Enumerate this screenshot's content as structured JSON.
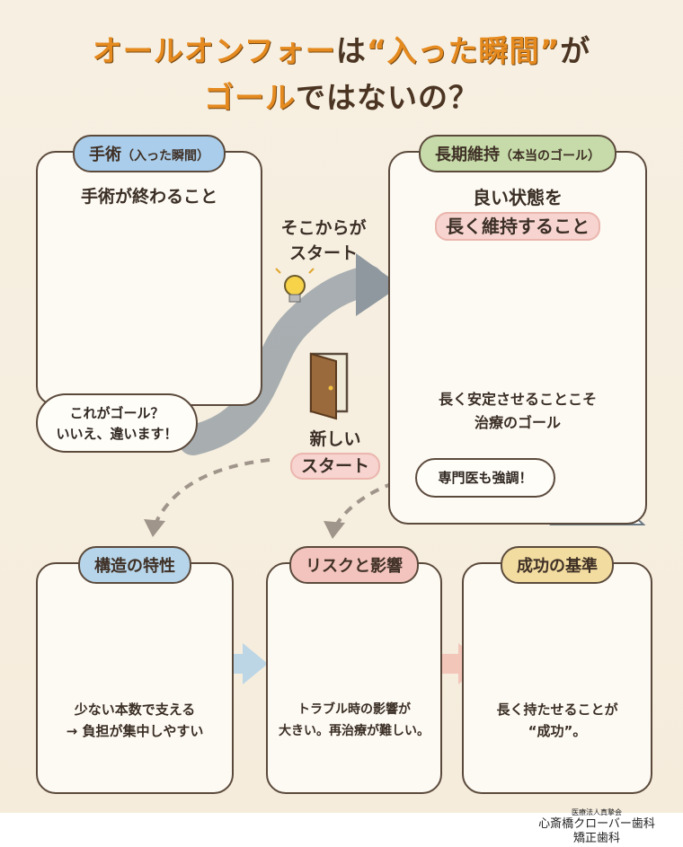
{
  "title": {
    "line1_a": "オールオンフォー",
    "line1_b": "は",
    "line1_c": "“入った瞬間”",
    "line1_d": "が",
    "line2_a": "ゴール",
    "line2_b": "ではないの？"
  },
  "surgery": {
    "pill_main": "手術",
    "pill_sub": "（入った瞬間）",
    "heading": "手術が終わること",
    "bubble_l1": "これがゴール？",
    "bubble_l2": "いいえ、違います！"
  },
  "middle": {
    "start_l1": "そこからが",
    "start_l2": "スタート",
    "new_l1": "新しい",
    "new_l2": "スタート"
  },
  "long_term": {
    "pill_main": "長期維持",
    "pill_sub": "（本当のゴール）",
    "heading_l1": "良い状態を",
    "heading_l2": "長く維持すること",
    "body_l1": "長く安定させることこそ",
    "body_l2": "治療のゴール",
    "bubble": "専門医も強調！"
  },
  "structure": {
    "pill": "構造の特性",
    "text_l1": "少ない本数で支える",
    "text_l2": "→ 負担が集中しやすい"
  },
  "risk": {
    "pill": "リスクと影響",
    "text_l1": "トラブル時の影響が",
    "text_l2": "大きい。再治療が難しい。"
  },
  "success": {
    "pill": "成功の基準",
    "text_l1": "長く持たせることが",
    "text_l2": "“成功”。"
  },
  "logo": {
    "corp": "医療法人真摯会",
    "name_l1": "心斎橋クローバー歯科",
    "name_l2": "矯正歯科"
  }
}
